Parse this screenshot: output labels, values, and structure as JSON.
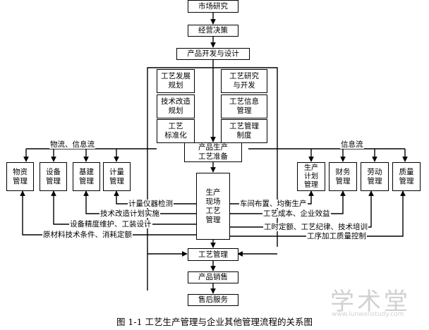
{
  "boxes": {
    "market_research": "市场研究",
    "business_decision": "经营决策",
    "product_design": "产品开发与设计",
    "process_dev_plan": "工艺发展\n规划",
    "process_research": "工艺研究\n与开发",
    "tech_reform_plan": "技术改造\n规划",
    "process_info_mgmt": "工艺信息\n管理",
    "process_standard": "工艺\n标准化",
    "process_mgmt_system": "工艺管理\n制度",
    "production_prep": "产品生产\n工艺准备",
    "materials_mgmt": "物资\n管理",
    "equipment_mgmt": "设备\n管理",
    "infrastructure_mgmt": "基建\n管理",
    "metrology_mgmt": "计量\n管理",
    "site_process_mgmt": "生产\n现场\n工艺\n管理",
    "production_plan_mgmt": "生产\n计划\n管理",
    "finance_mgmt": "财务\n管理",
    "labor_mgmt": "劳动\n管理",
    "quality_mgmt": "质量\n管理",
    "process_mgmt": "工艺管理",
    "product_sales": "产品销售",
    "after_sales": "售后服务"
  },
  "labels": {
    "material_info_flow": "物流、信息流",
    "info_flow": "信息流",
    "metrology_testing": "计量仪器检测",
    "tech_reform_impl": "技术改造计划实施",
    "equipment_maintenance": "设备精度维护、工装设计",
    "raw_material_conditions": "原材料技术条件、消耗定额",
    "workshop_layout": "车间布置、均衡生产",
    "process_cost": "工艺成本、企业效益",
    "work_quota": "工时定额、工艺纪律、技术培训",
    "process_quality_control": "工序加工质量控制"
  },
  "caption": "图 1-1  工艺生产管理与企业其他管理流程的关系图",
  "watermark": {
    "main": "学术堂",
    "url": "www.lunwenstudy.com"
  }
}
